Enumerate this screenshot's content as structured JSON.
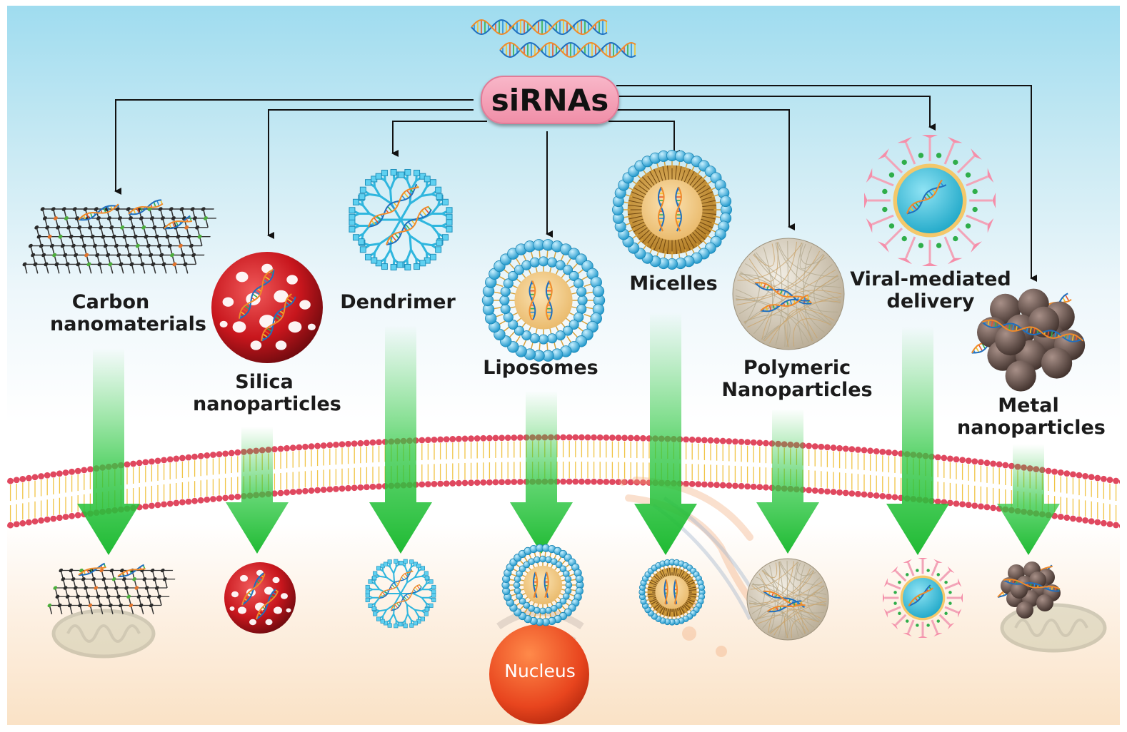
{
  "hub": {
    "label": "siRNAs"
  },
  "carriers": [
    {
      "id": "carbon",
      "line1": "Carbon",
      "line2": "nanomaterials"
    },
    {
      "id": "silica",
      "line1": "Silica",
      "line2": "nanoparticles"
    },
    {
      "id": "dendrimer",
      "line1": "Dendrimer"
    },
    {
      "id": "liposomes",
      "line1": "Liposomes"
    },
    {
      "id": "micelles",
      "line1": "Micelles"
    },
    {
      "id": "polymeric",
      "line1": "Polymeric",
      "line2": "Nanoparticles"
    },
    {
      "id": "viral",
      "line1": "Viral-mediated",
      "line2": "delivery"
    },
    {
      "id": "metal",
      "line1": "Metal",
      "line2": "nanoparticles"
    }
  ],
  "organelles": {
    "nucleus_label": "Nucleus"
  },
  "colors": {
    "hub_fill": "#f4a3b9",
    "arrow_green": "#2ec843",
    "membrane_head": "#e0485f",
    "membrane_tail": "#f2c84b",
    "liposome_shell": "#3bb3e0",
    "silica_red": "#c8161d",
    "nucleus": "#e8451e",
    "metal_brown": "#5b4b45"
  }
}
